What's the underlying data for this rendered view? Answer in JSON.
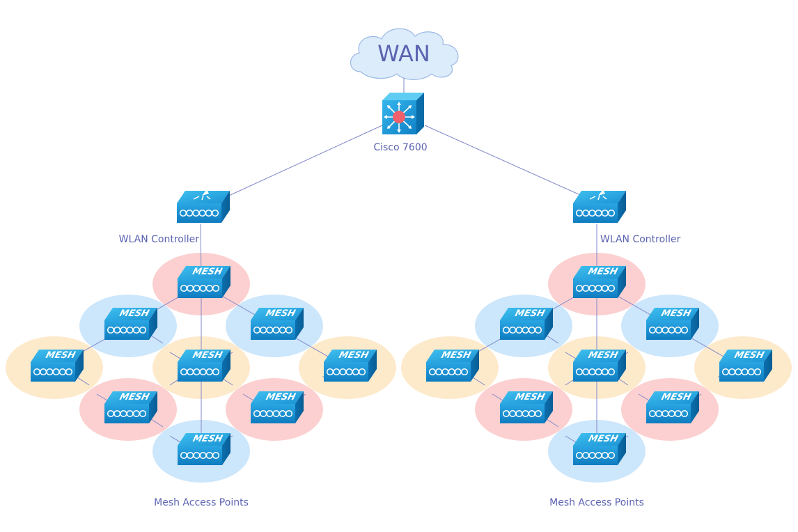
{
  "title": "Wireless Mesh Network Diagram",
  "wan": {
    "label": "WAN",
    "icon": "cloud-icon"
  },
  "core": {
    "label": "Cisco 7600",
    "icon": "layer3-switch-icon"
  },
  "clusters": [
    {
      "id": "left",
      "controller": {
        "label": "WLAN Controller",
        "icon": "wlan-controller-icon"
      },
      "mesh_label": "Mesh Access Points",
      "access_point_text": "MESH",
      "access_points": [
        {
          "id": "top",
          "zone": "pink"
        },
        {
          "id": "mid-left",
          "zone": "blue"
        },
        {
          "id": "mid-right",
          "zone": "blue"
        },
        {
          "id": "far-left",
          "zone": "yellow"
        },
        {
          "id": "center",
          "zone": "yellow"
        },
        {
          "id": "far-right",
          "zone": "yellow"
        },
        {
          "id": "low-left",
          "zone": "pink"
        },
        {
          "id": "low-right",
          "zone": "pink"
        },
        {
          "id": "bottom",
          "zone": "blue"
        }
      ]
    },
    {
      "id": "right",
      "controller": {
        "label": "WLAN Controller",
        "icon": "wlan-controller-icon"
      },
      "mesh_label": "Mesh Access Points",
      "access_point_text": "MESH",
      "access_points": [
        {
          "id": "top",
          "zone": "pink"
        },
        {
          "id": "mid-left",
          "zone": "blue"
        },
        {
          "id": "mid-right",
          "zone": "blue"
        },
        {
          "id": "far-left",
          "zone": "yellow"
        },
        {
          "id": "center",
          "zone": "yellow"
        },
        {
          "id": "far-right",
          "zone": "yellow"
        },
        {
          "id": "low-left",
          "zone": "pink"
        },
        {
          "id": "low-right",
          "zone": "pink"
        },
        {
          "id": "bottom",
          "zone": "blue"
        }
      ]
    }
  ],
  "colors": {
    "zone_pink": "#fcd0d0",
    "zone_blue": "#cce6fb",
    "zone_yellow": "#fdeacb",
    "link": "#7f86c8",
    "label": "#5b63b0",
    "device_front": "#1a8fd0",
    "device_top": "#33b2ea",
    "device_side": "#0a6ca8",
    "cloud_fill": "#dcecfb",
    "cloud_stroke": "#9bb8e3",
    "core_dot": "#f0606a"
  }
}
